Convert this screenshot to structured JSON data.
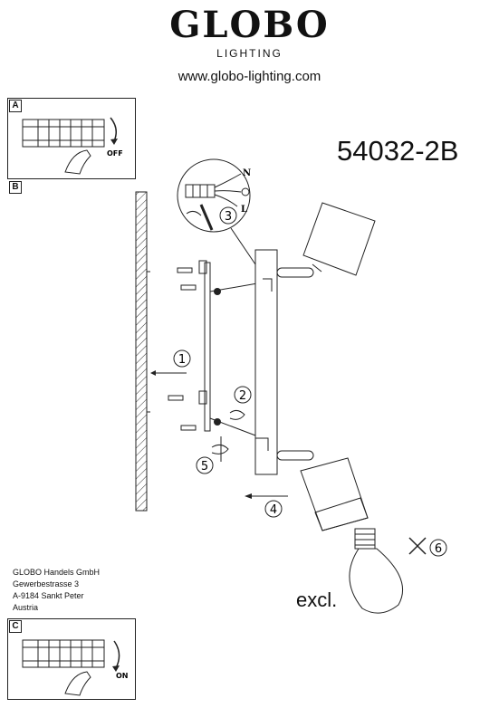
{
  "header": {
    "brand": "GLOBO",
    "subbrand": "LIGHTING",
    "website": "www.globo-lighting.com"
  },
  "model_number": "54032-2B",
  "panels": {
    "a": {
      "label": "A",
      "switch_state": "OFF"
    },
    "b": {
      "label": "B"
    },
    "c": {
      "label": "C",
      "switch_state": "ON"
    }
  },
  "wiring": {
    "neutral": "N",
    "live": "L"
  },
  "steps": [
    "1",
    "2",
    "3",
    "4",
    "5",
    "6"
  ],
  "bulb_note": "excl.",
  "address": {
    "line1": "GLOBO Handels GmbH",
    "line2": "Gewerbestrasse 3",
    "line3": "A-9184 Sankt Peter",
    "line4": "Austria"
  }
}
